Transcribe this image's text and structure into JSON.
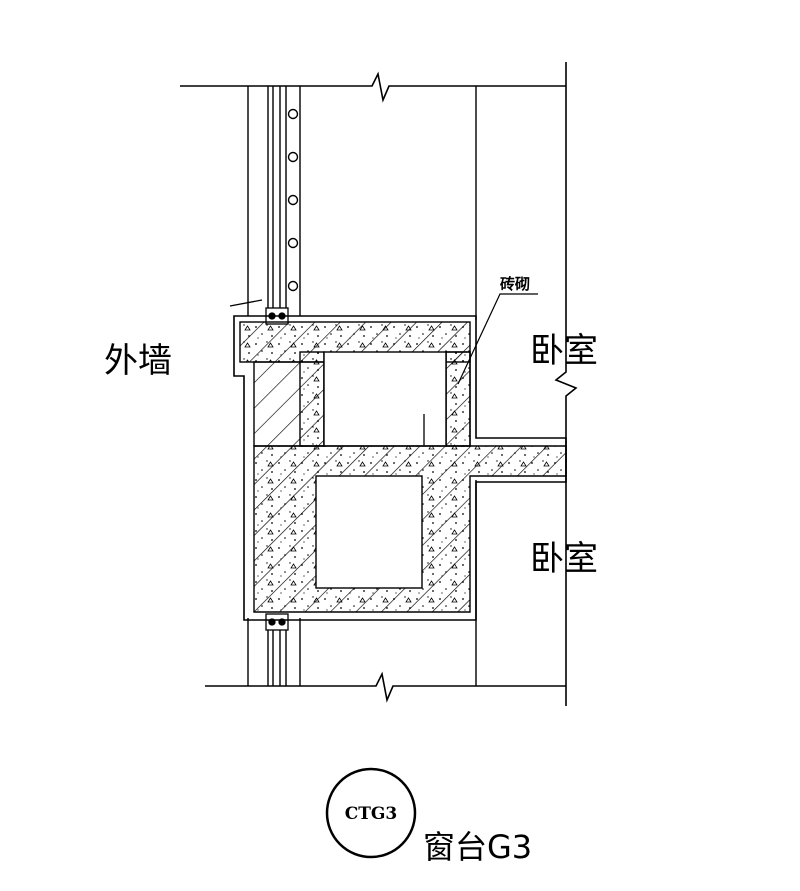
{
  "labels": {
    "exterior_wall": "外墙",
    "bedroom_upper": "卧室",
    "bedroom_lower": "卧室",
    "brick_masonry": "砖砌"
  },
  "detail": {
    "badge": "CTG3",
    "caption": "窗台G3"
  }
}
